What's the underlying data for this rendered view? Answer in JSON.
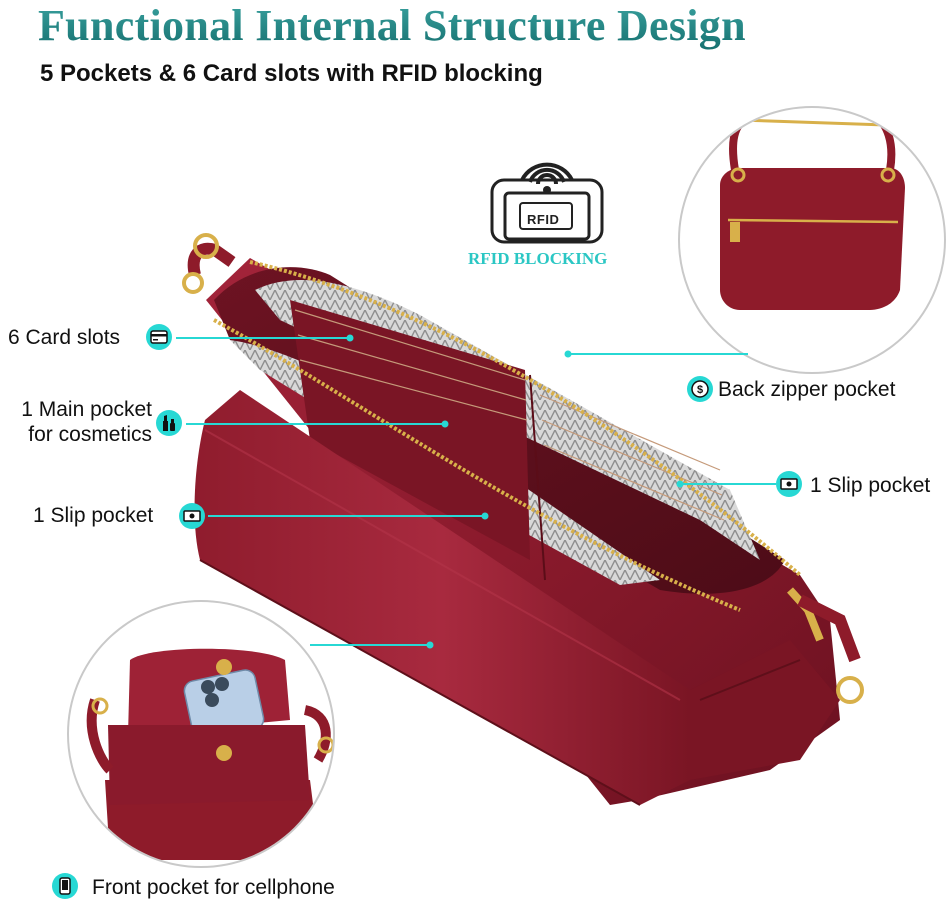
{
  "header": {
    "title": "Functional Internal Structure Design",
    "subtitle": "5 Pockets & 6 Card slots with RFID blocking"
  },
  "rfid": {
    "chip_label": "RFID",
    "caption": "RFID BLOCKING"
  },
  "callouts": {
    "card_slots": "6 Card slots",
    "main_pocket_line1": "1 Main pocket",
    "main_pocket_line2": "for cosmetics",
    "slip_pocket_left": "1 Slip pocket",
    "back_zipper": "Back zipper pocket",
    "slip_pocket_right": "1 Slip pocket",
    "front_pocket": "Front pocket for cellphone"
  },
  "colors": {
    "accent": "#27d8d4",
    "title": "#1f7f7e",
    "bag": "#8e1b2a",
    "bag_dark": "#5e0f1a",
    "gold": "#d8b04a"
  }
}
